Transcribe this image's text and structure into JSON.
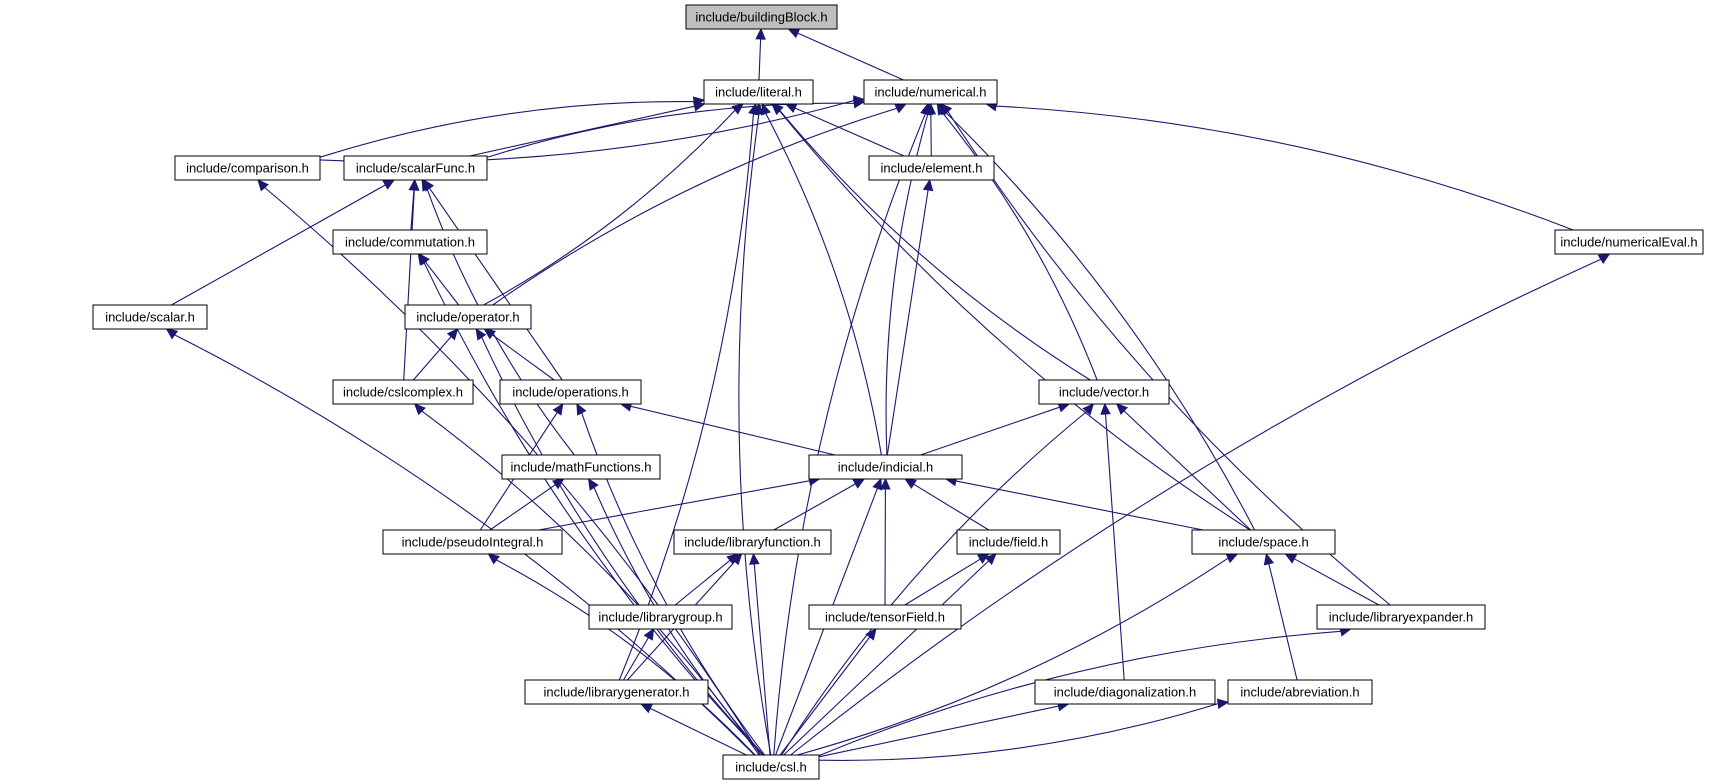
{
  "graph": {
    "title": "include/buildingBlock.h",
    "type": "include-dependency",
    "colors": {
      "edge": "#191970",
      "node_border": "#000000",
      "root_fill": "#bfbfbf",
      "node_fill": "#ffffff"
    },
    "nodes": [
      {
        "id": "buildingBlock",
        "label": "include/buildingBlock.h",
        "root": true
      },
      {
        "id": "literal",
        "label": "include/literal.h"
      },
      {
        "id": "numerical",
        "label": "include/numerical.h"
      },
      {
        "id": "comparison",
        "label": "include/comparison.h"
      },
      {
        "id": "scalarFunc",
        "label": "include/scalarFunc.h"
      },
      {
        "id": "element",
        "label": "include/element.h"
      },
      {
        "id": "numericalEval",
        "label": "include/numericalEval.h"
      },
      {
        "id": "commutation",
        "label": "include/commutation.h"
      },
      {
        "id": "scalar",
        "label": "include/scalar.h"
      },
      {
        "id": "operator",
        "label": "include/operator.h"
      },
      {
        "id": "cslcomplex",
        "label": "include/cslcomplex.h"
      },
      {
        "id": "operations",
        "label": "include/operations.h"
      },
      {
        "id": "vector",
        "label": "include/vector.h"
      },
      {
        "id": "mathFunctions",
        "label": "include/mathFunctions.h"
      },
      {
        "id": "indicial",
        "label": "include/indicial.h"
      },
      {
        "id": "pseudoIntegral",
        "label": "include/pseudoIntegral.h"
      },
      {
        "id": "libraryfunction",
        "label": "include/libraryfunction.h"
      },
      {
        "id": "field",
        "label": "include/field.h"
      },
      {
        "id": "space",
        "label": "include/space.h"
      },
      {
        "id": "librarygroup",
        "label": "include/librarygroup.h"
      },
      {
        "id": "tensorField",
        "label": "include/tensorField.h"
      },
      {
        "id": "libraryexpander",
        "label": "include/libraryexpander.h"
      },
      {
        "id": "librarygenerator",
        "label": "include/librarygenerator.h"
      },
      {
        "id": "diagonalization",
        "label": "include/diagonalization.h"
      },
      {
        "id": "abreviation",
        "label": "include/abreviation.h"
      },
      {
        "id": "csl",
        "label": "include/csl.h"
      }
    ],
    "edges": [
      [
        "literal",
        "buildingBlock"
      ],
      [
        "numerical",
        "buildingBlock"
      ],
      [
        "comparison",
        "literal"
      ],
      [
        "scalarFunc",
        "literal"
      ],
      [
        "element",
        "literal"
      ],
      [
        "operator",
        "literal"
      ],
      [
        "vector",
        "literal"
      ],
      [
        "indicial",
        "literal"
      ],
      [
        "space",
        "literal"
      ],
      [
        "librarygenerator",
        "literal"
      ],
      [
        "csl",
        "literal"
      ],
      [
        "comparison",
        "numerical"
      ],
      [
        "scalarFunc",
        "numerical"
      ],
      [
        "element",
        "numerical"
      ],
      [
        "operator",
        "numerical"
      ],
      [
        "vector",
        "numerical"
      ],
      [
        "indicial",
        "numerical"
      ],
      [
        "space",
        "numerical"
      ],
      [
        "libraryexpander",
        "numerical"
      ],
      [
        "numericalEval",
        "numerical"
      ],
      [
        "csl",
        "numerical"
      ],
      [
        "csl",
        "comparison"
      ],
      [
        "commutation",
        "scalarFunc"
      ],
      [
        "scalar",
        "scalarFunc"
      ],
      [
        "cslcomplex",
        "scalarFunc"
      ],
      [
        "operations",
        "scalarFunc"
      ],
      [
        "mathFunctions",
        "scalarFunc"
      ],
      [
        "indicial",
        "element"
      ],
      [
        "csl",
        "numericalEval"
      ],
      [
        "operator",
        "commutation"
      ],
      [
        "csl",
        "commutation"
      ],
      [
        "csl",
        "scalar"
      ],
      [
        "cslcomplex",
        "operator"
      ],
      [
        "operations",
        "operator"
      ],
      [
        "csl",
        "operator"
      ],
      [
        "csl",
        "cslcomplex"
      ],
      [
        "indicial",
        "operations"
      ],
      [
        "pseudoIntegral",
        "operations"
      ],
      [
        "csl",
        "operations"
      ],
      [
        "indicial",
        "vector"
      ],
      [
        "space",
        "vector"
      ],
      [
        "diagonalization",
        "vector"
      ],
      [
        "csl",
        "vector"
      ],
      [
        "pseudoIntegral",
        "mathFunctions"
      ],
      [
        "csl",
        "mathFunctions"
      ],
      [
        "pseudoIntegral",
        "indicial"
      ],
      [
        "libraryfunction",
        "indicial"
      ],
      [
        "tensorField",
        "indicial"
      ],
      [
        "field",
        "indicial"
      ],
      [
        "space",
        "indicial"
      ],
      [
        "csl",
        "indicial"
      ],
      [
        "csl",
        "pseudoIntegral"
      ],
      [
        "librarygroup",
        "libraryfunction"
      ],
      [
        "librarygenerator",
        "libraryfunction"
      ],
      [
        "csl",
        "libraryfunction"
      ],
      [
        "tensorField",
        "field"
      ],
      [
        "csl",
        "field"
      ],
      [
        "libraryexpander",
        "space"
      ],
      [
        "abreviation",
        "space"
      ],
      [
        "csl",
        "space"
      ],
      [
        "librarygenerator",
        "librarygroup"
      ],
      [
        "csl",
        "tensorField"
      ],
      [
        "csl",
        "libraryexpander"
      ],
      [
        "csl",
        "librarygenerator"
      ],
      [
        "csl",
        "diagonalization"
      ],
      [
        "csl",
        "abreviation"
      ]
    ]
  }
}
